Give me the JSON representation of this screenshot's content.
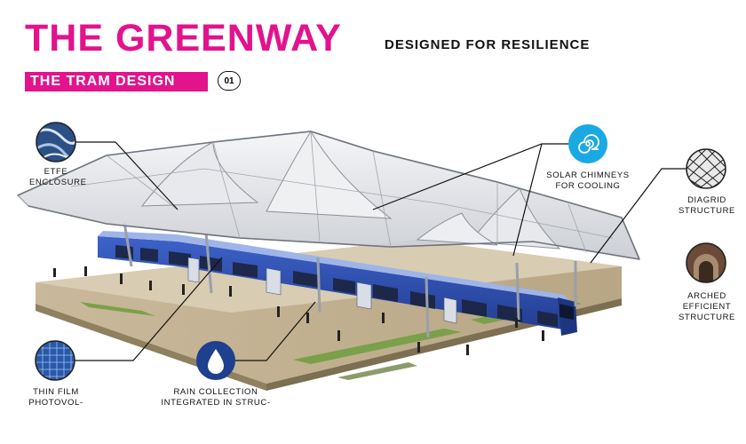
{
  "header": {
    "title": "THE GREENWAY",
    "subtitle": "DESIGNED FOR RESILIENCE",
    "section_label": "THE TRAM DESIGN",
    "section_number": "01"
  },
  "callouts": {
    "etfe": {
      "line1": "ETFE",
      "line2": "ENCLOSURE",
      "icon": "etfe-texture-icon"
    },
    "thin_film": {
      "line1": "THIN FILM",
      "line2": "PHOTOVOL-",
      "icon": "photovoltaic-panel-icon"
    },
    "rain": {
      "line1": "RAIN COLLECTION",
      "line2": "INTEGRATED IN STRUC-",
      "icon": "water-drop-icon"
    },
    "solar": {
      "line1": "SOLAR CHIMNEYS",
      "line2": "FOR COOLING",
      "icon": "spiral-wind-icon"
    },
    "diagrid": {
      "line1": "DIAGRID",
      "line2": "STRUCTURE",
      "icon": "diagrid-dome-icon"
    },
    "arched": {
      "line1": "ARCHED",
      "line2": "EFFICIENT",
      "line3": "STRUCTURE",
      "icon": "arch-tunnel-icon"
    }
  },
  "colors": {
    "accent": "#e2138c",
    "tram": "#2f4fb0",
    "rain_icon": "#1f3f8f",
    "solar_icon": "#1aa9e3"
  }
}
